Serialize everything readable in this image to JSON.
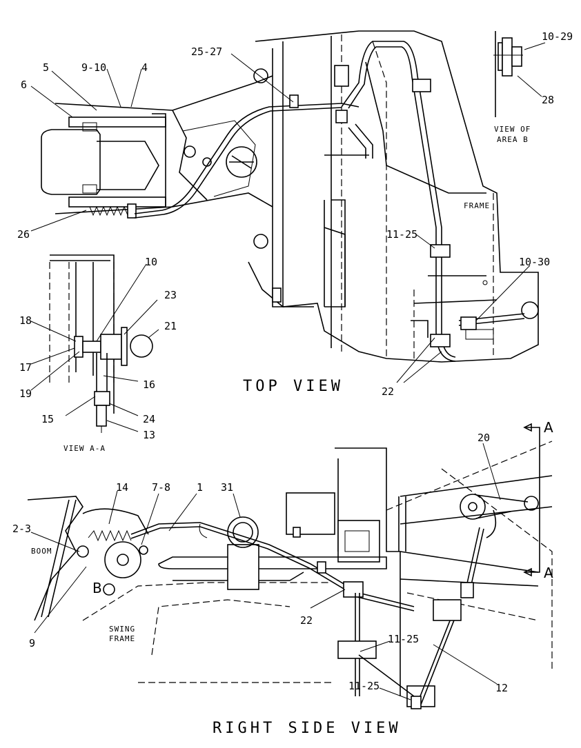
{
  "views": {
    "top": "TOP VIEW",
    "right_side": "RIGHT SIDE VIEW",
    "section_aa": "VIEW A-A",
    "area_b_line1": "VIEW OF",
    "area_b_line2": "AREA B"
  },
  "labels": {
    "frame": "FRAME",
    "boom": "BOOM",
    "swing_line1": "SWING",
    "swing_line2": "FRAME",
    "section_mark": "A",
    "detail_mark": "B"
  },
  "callouts_top": [
    "25-27",
    "5",
    "9-10",
    "4",
    "6",
    "26",
    "11-25",
    "10-30",
    "22",
    "10-29",
    "28"
  ],
  "callouts_aa": [
    "10",
    "23",
    "18",
    "21",
    "17",
    "19",
    "16",
    "15",
    "24",
    "13"
  ],
  "callouts_side": [
    "14",
    "7-8",
    "1",
    "31",
    "20",
    "2-3",
    "9",
    "22",
    "11-25",
    "11-25",
    "12"
  ]
}
